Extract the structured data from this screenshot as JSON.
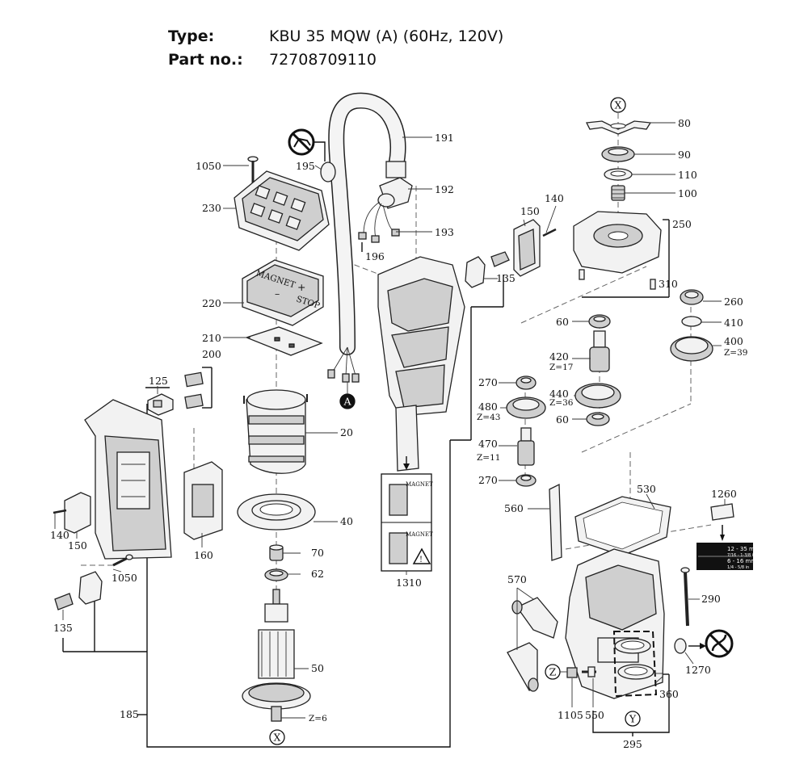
{
  "header": {
    "type_label": "Type:",
    "type_value": "KBU 35 MQW (A) (60Hz, 120V)",
    "part_label": "Part no.:",
    "part_value": "72708709110"
  },
  "callouts": {
    "p80": "80",
    "p90": "90",
    "p110": "110",
    "p100": "100",
    "p250": "250",
    "p310": "310",
    "p260": "260",
    "p410": "410",
    "p400": "400",
    "p400z": "Z=39",
    "p60a": "60",
    "p420": "420",
    "p420z": "Z=17",
    "p270a": "270",
    "p440": "440",
    "p440z": "Z=36",
    "p480": "480",
    "p480z": "Z=43",
    "p60b": "60",
    "p470": "470",
    "p470z": "Z=11",
    "p270b": "270",
    "p530": "530",
    "p560": "560",
    "p1260": "1260",
    "p570": "570",
    "p290": "290",
    "p1270": "1270",
    "p360": "360",
    "p1105": "1105",
    "p550": "550",
    "p295": "295",
    "p191": "191",
    "p192": "192",
    "p193": "193",
    "p195": "195",
    "p196": "196",
    "p1050a": "1050",
    "p230": "230",
    "p220": "220",
    "p210": "210",
    "p200": "200",
    "p125": "125",
    "p20": "20",
    "p40": "40",
    "p70": "70",
    "p62": "62",
    "p50": "50",
    "p50z": "Z=6",
    "p140a": "140",
    "p150a": "150",
    "p135a": "135",
    "p1310": "1310",
    "p140b": "140",
    "p150b": "150",
    "p160": "160",
    "p1050b": "1050",
    "p135b": "135",
    "p185": "185",
    "markX": "X",
    "markY": "Y",
    "markZ": "Z",
    "markA": "A"
  },
  "switch_labels": {
    "magnet": "MAGNET",
    "stop": "STOP",
    "plus": "+",
    "minus": "–"
  },
  "sticker": {
    "row1": "12 - 35 mm",
    "row1b": "7/16 - 1-3/8 in",
    "row2": "6 - 16 mm",
    "row2b": "1/4 - 5/8 in"
  },
  "label_1310": {
    "top": "MAGNET",
    "bottom": "MAGNET"
  }
}
